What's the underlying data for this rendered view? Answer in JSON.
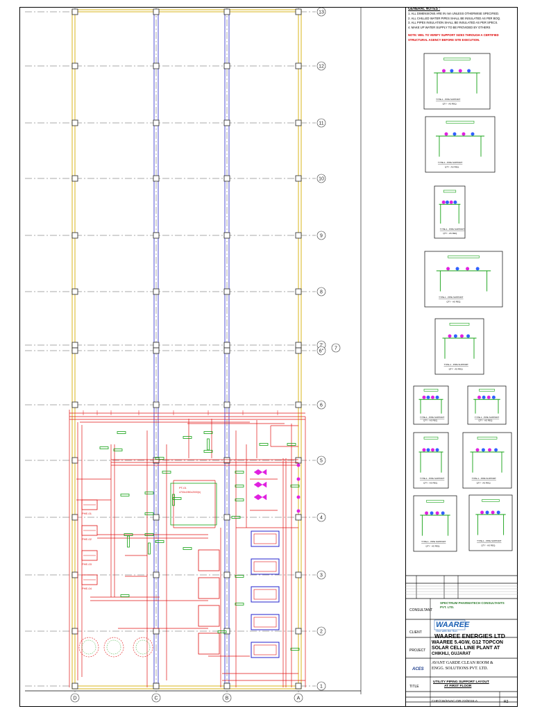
{
  "grid": {
    "rows": [
      "13",
      "12",
      "11",
      "10",
      "9",
      "8",
      "7'",
      "7",
      "6\"",
      "6",
      "5",
      "4",
      "3",
      "2",
      "1"
    ],
    "columns": [
      "D",
      "C",
      "B",
      "A"
    ]
  },
  "notes": {
    "title": "GENERAL NOTES :",
    "items": [
      "1. ALL DIMENSIONS ARE IN mm UNLESS OTHERWISE SPECIFIED.",
      "2. ALL CHILLED WATER PIPES SHALL BE INSULATED AS PER BOQ.",
      "3. ALL PIPES INSULATION SHALL BE INSULATED AS PER SPECS.",
      "4. MAKE UP WATER SUPPLY TO BE PROVIDED BY OTHERS"
    ],
    "warning": "NOTE: WEL TO VERIFY SUPPORT SIZES THROUGH A CERTIFIED STRUCTURAL AGENCY BEFORE SITE EXECUTION."
  },
  "details": {
    "caption": "TYPE-1 - PIPE SUPPORT",
    "scale": "QTY - AS REQ."
  },
  "equipment": {
    "tags": [
      "PHE-01",
      "PHE-02",
      "PHE-03",
      "PHE-04"
    ],
    "tank_label": "PT-01",
    "tank_size": "4700x1950x2000(h)"
  },
  "title_block": {
    "consultant_label": "CONSULTANT",
    "consultant_name": "SPECTRUM PHARMATECH CONSULTANTS PVT. LTD.",
    "client_label": "CLIENT",
    "client_logo": "WAAREE",
    "client_tagline": "One with the Sun",
    "client_name": "WAAREE ENERGIES LTD",
    "project_label": "PROJECT",
    "project_name_1": "WAAREE 5.4GW, G12 TOPCON",
    "project_name_2": "SOLAR CELL LINE PLANT AT",
    "project_name_3": "CHIKHLI, GUJARAT",
    "contractor_logo": "ACES",
    "contractor_1": "AVANT GARDE CLEAN ROOM &",
    "contractor_2": "ENGG. SOLUTIONS PVT. LTD.",
    "title_label": "TITLE",
    "title_1": "UTILITY PIPING SUPPORT LAYOUT",
    "title_2": "AT FIRST FLOOR",
    "dwg_no": "CHE/CW/HVAC-DR-22/0016-A",
    "rev": "R2"
  },
  "colors": {
    "grid_line": "#555555",
    "column": "#2222cc",
    "wall": "#e0c040",
    "pipe": "#e01010",
    "support": "#10a010",
    "valve": "#e020e0"
  }
}
